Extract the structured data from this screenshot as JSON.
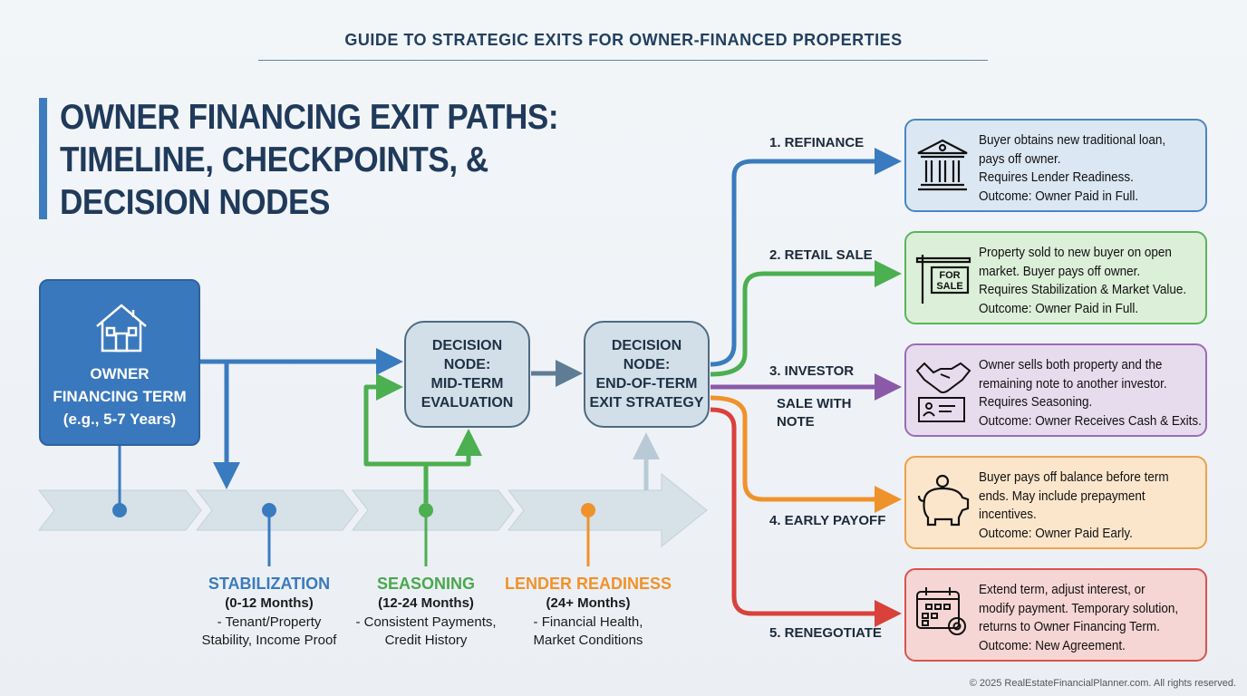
{
  "header": "GUIDE TO STRATEGIC EXITS FOR OWNER-FINANCED PROPERTIES",
  "title": [
    "OWNER FINANCING EXIT PATHS:",
    "TIMELINE, CHECKPOINTS, &",
    "DECISION NODES"
  ],
  "owner_box": {
    "line1": "OWNER",
    "line2": "FINANCING TERM",
    "line3": "(e.g., 5-7 Years)"
  },
  "nodes": [
    {
      "lines": [
        "DECISION",
        "NODE:",
        "MID-TERM",
        "EVALUATION"
      ]
    },
    {
      "lines": [
        "DECISION",
        "NODE:",
        "END-OF-TERM",
        "EXIT STRATEGY"
      ]
    }
  ],
  "timeline": [
    {
      "heading": "STABILIZATION",
      "period": "(0-12 Months)",
      "desc1": "- Tenant/Property",
      "desc2": "Stability, Income Proof",
      "color": "#3a7bbf"
    },
    {
      "heading": "SEASONING",
      "period": "(12-24 Months)",
      "desc1": "- Consistent Payments,",
      "desc2": "Credit History",
      "color": "#4aa84e"
    },
    {
      "heading": "LENDER READINESS",
      "period": "(24+ Months)",
      "desc1": "- Financial Health,",
      "desc2": "Market Conditions",
      "color": "#f0922b"
    }
  ],
  "branches": [
    {
      "label": "1. REFINANCE",
      "color": "#3a7bbf",
      "bg": "#dbe7f3",
      "icon": "bank-icon",
      "lines": [
        "Buyer obtains new traditional loan,",
        "pays off owner.",
        "Requires Lender Readiness.",
        "Outcome: Owner Paid in Full."
      ]
    },
    {
      "label": "2. RETAIL SALE",
      "color": "#4caf50",
      "bg": "#dcefd9",
      "icon": "for-sale-sign-icon",
      "sign1": "FOR",
      "sign2": "SALE",
      "lines": [
        "Property sold to new buyer on open",
        "market. Buyer pays off owner.",
        "Requires Stabilization & Market Value.",
        "Outcome: Owner Paid in Full."
      ]
    },
    {
      "label": "3. INVESTOR",
      "label2": "SALE WITH",
      "label3": "NOTE",
      "color": "#8a5aa8",
      "bg": "#e6dcee",
      "icon": "handshake-icon",
      "lines": [
        "Owner sells both property and the",
        "remaining note to another investor.",
        "Requires Seasoning.",
        "Outcome: Owner Receives Cash & Exits."
      ]
    },
    {
      "label": "4. EARLY PAYOFF",
      "color": "#f0922b",
      "bg": "#fbe6cc",
      "icon": "piggy-bank-icon",
      "lines": [
        "Buyer pays off balance before term",
        "ends. May include prepayment",
        "incentives.",
        "Outcome: Owner Paid Early."
      ]
    },
    {
      "label": "5. RENEGOTIATE",
      "color": "#d9413a",
      "bg": "#f6d6d4",
      "icon": "calendar-gear-icon",
      "lines": [
        "Extend term, adjust interest, or",
        "modify payment. Temporary solution,",
        "returns to Owner Financing Term.",
        "Outcome: New Agreement."
      ]
    }
  ],
  "copyright": "© 2025 RealEstateFinancialPlanner.com. All rights reserved."
}
